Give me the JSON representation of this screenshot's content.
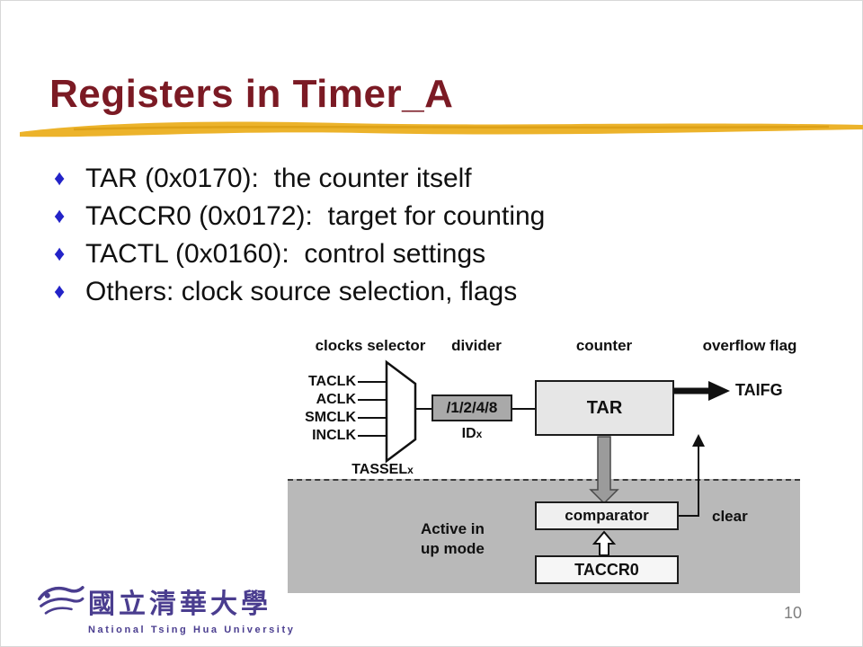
{
  "slide": {
    "title": "Registers in Timer_A",
    "page_number": "10"
  },
  "bullets": {
    "glyph": "♦",
    "items": [
      "TAR (0x0170):  the counter itself",
      "TACCR0 (0x0172):  target for counting",
      "TACTL (0x0160):  control settings",
      "Others: clock source selection, flags"
    ]
  },
  "diagram": {
    "headers": [
      "clocks selector",
      "divider",
      "counter",
      "overflow flag"
    ],
    "clock_inputs": [
      "TACLK",
      "ACLK",
      "SMCLK",
      "INCLK"
    ],
    "mux_label": {
      "main": "TASSEL",
      "sub": "x"
    },
    "divider_box": "/1/2/4/8",
    "divider_sub": {
      "main": "ID",
      "sub": "x"
    },
    "counter_box": "TAR",
    "overflow_flag": "TAIFG",
    "comparator_box": "comparator",
    "capture_register_box": "TACCR0",
    "clear_label": "clear",
    "active_note_line1": "Active in",
    "active_note_line2": "up mode"
  },
  "footer": {
    "university_zh": "國立清華大學",
    "university_en": "National Tsing Hua University"
  },
  "colors": {
    "title": "#7b1a24",
    "gold": "#e9b32a",
    "gold_dark": "#d79a10",
    "bullet": "#2323c8",
    "purple": "#4a3d8f"
  }
}
